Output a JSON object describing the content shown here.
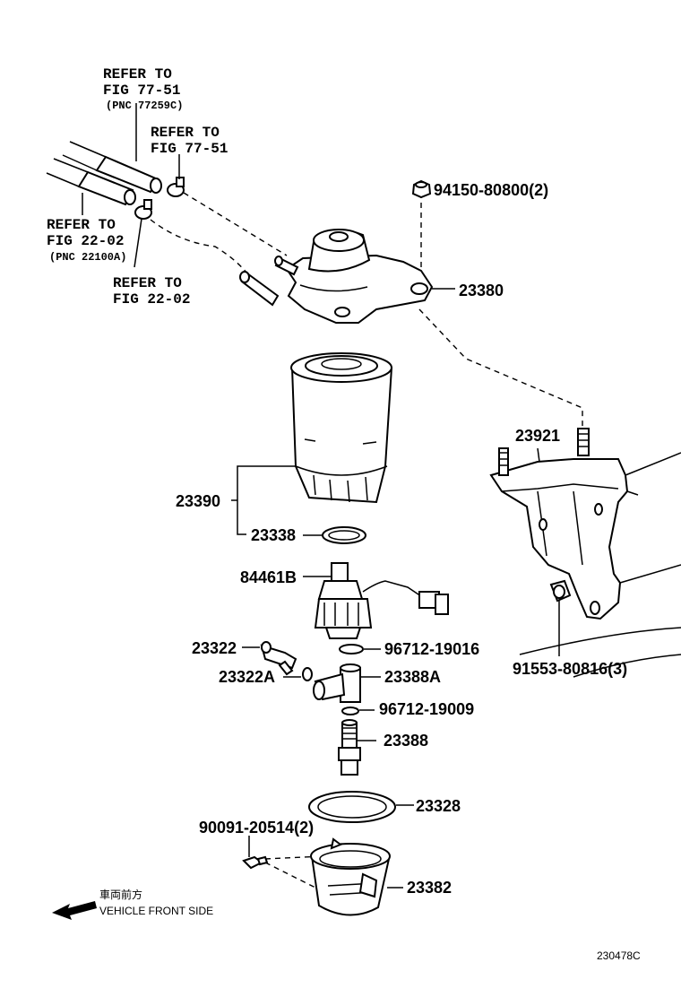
{
  "refs": {
    "a_line1": "REFER TO",
    "a_line2": "FIG 77-51",
    "a_line3": "(PNC 77259C)",
    "b_line1": "REFER TO",
    "b_line2": "FIG 77-51",
    "c_line1": "REFER TO",
    "c_line2": "FIG 22-02",
    "c_line3": "(PNC 22100A)",
    "d_line1": "REFER TO",
    "d_line2": "FIG 22-02"
  },
  "parts": {
    "p94150": "94150-80800(2)",
    "p23380": "23380",
    "p23921": "23921",
    "p23390": "23390",
    "p23338": "23338",
    "p84461B": "84461B",
    "p23322": "23322",
    "p96712_19016": "96712-19016",
    "p23322A": "23322A",
    "p23388A": "23388A",
    "p91553": "91553-80816(3)",
    "p96712_19009": "96712-19009",
    "p23388": "23388",
    "p23328": "23328",
    "p90091": "90091-20514(2)",
    "p23382": "23382"
  },
  "direction": {
    "jp": "車両前方",
    "en": "VEHICLE FRONT SIDE"
  },
  "figure_code": "230478C"
}
